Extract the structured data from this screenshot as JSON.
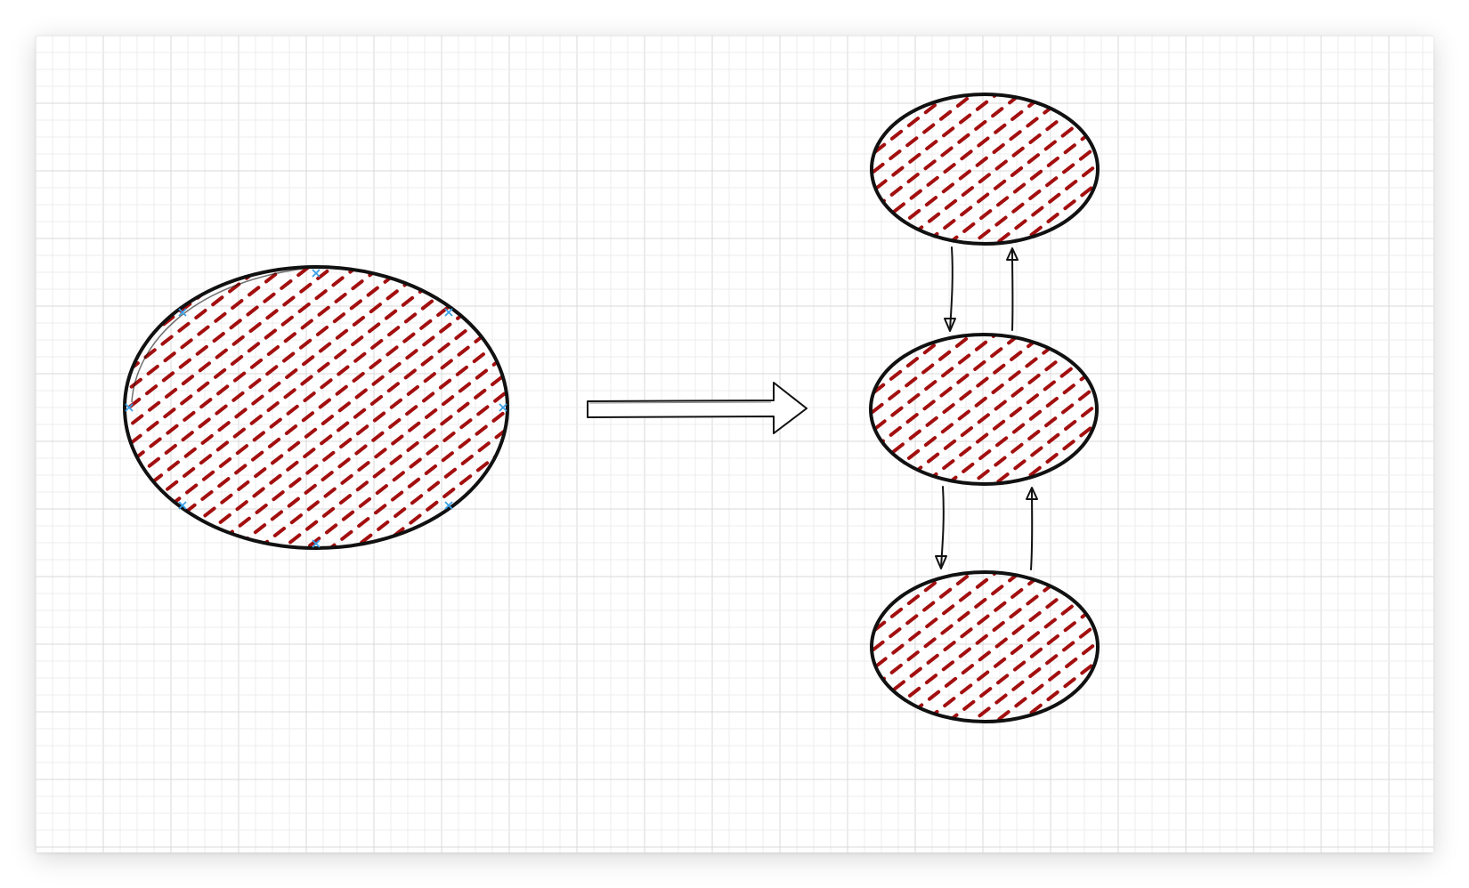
{
  "diagram": {
    "background_color": "#ffffff",
    "grid_minor_color": "#ececec",
    "grid_major_color": "#d9d9d9",
    "outline_color": "#111111",
    "hatch_color": "#a30f0f",
    "selection_handle_color": "#3aa0e8",
    "shapes": [
      {
        "id": "large-ellipse",
        "kind": "ellipse",
        "fill": "hachure",
        "selected": true
      },
      {
        "id": "ellipse-top",
        "kind": "ellipse",
        "fill": "hachure",
        "selected": false
      },
      {
        "id": "ellipse-middle",
        "kind": "ellipse",
        "fill": "hachure",
        "selected": false
      },
      {
        "id": "ellipse-bottom",
        "kind": "ellipse",
        "fill": "hachure",
        "selected": false
      }
    ],
    "connectors": [
      {
        "id": "block-arrow",
        "style": "outlined block arrow",
        "from": "large-ellipse",
        "to": "ellipse-middle"
      },
      {
        "id": "arrow-top-to-middle",
        "from": "ellipse-top",
        "to": "ellipse-middle"
      },
      {
        "id": "arrow-middle-to-top",
        "from": "ellipse-middle",
        "to": "ellipse-top"
      },
      {
        "id": "arrow-middle-to-bottom",
        "from": "ellipse-middle",
        "to": "ellipse-bottom"
      },
      {
        "id": "arrow-bottom-to-middle",
        "from": "ellipse-bottom",
        "to": "ellipse-middle"
      }
    ]
  }
}
